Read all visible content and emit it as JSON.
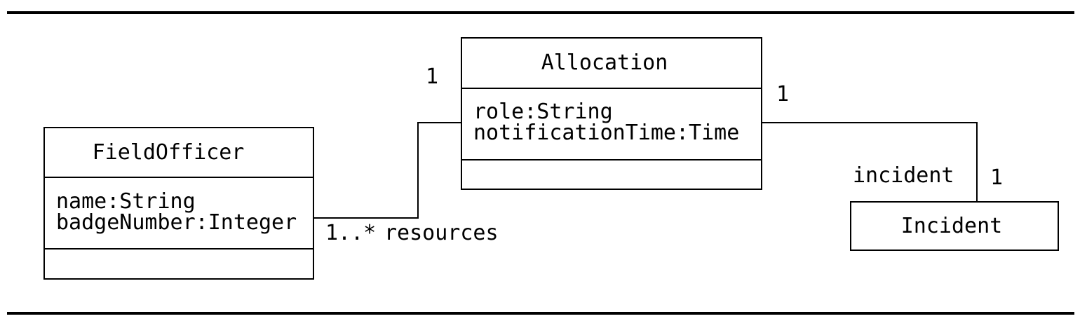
{
  "classes": {
    "field_officer": {
      "name": "FieldOfficer",
      "attributes": [
        "name:String",
        "badgeNumber:Integer"
      ]
    },
    "allocation": {
      "name": "Allocation",
      "attributes": [
        "role:String",
        "notificationTime:Time"
      ]
    },
    "incident": {
      "name": "Incident"
    }
  },
  "associations": {
    "resources": {
      "multiplicity_field_officer_end": "1..*",
      "role_field_officer_end": "resources",
      "multiplicity_allocation_end": "1"
    },
    "incident": {
      "multiplicity_allocation_end": "1",
      "role_incident_end": "incident",
      "multiplicity_incident_end": "1"
    }
  }
}
